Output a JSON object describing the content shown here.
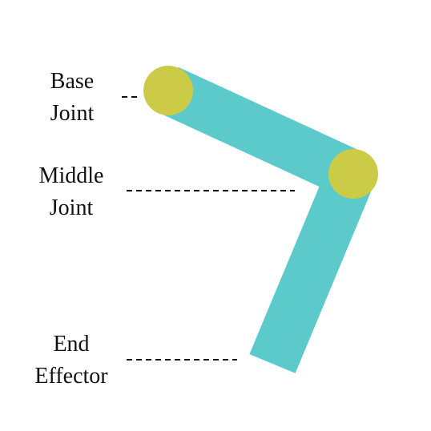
{
  "labels": {
    "base_joint": [
      "Base",
      "Joint"
    ],
    "middle_joint": [
      "Middle",
      "Joint"
    ],
    "end_effector": [
      "End",
      "Effector"
    ]
  },
  "colors": {
    "link": "#5ccacb",
    "joint": "#cccb47",
    "leader": "#111111",
    "text": "#111111"
  }
}
